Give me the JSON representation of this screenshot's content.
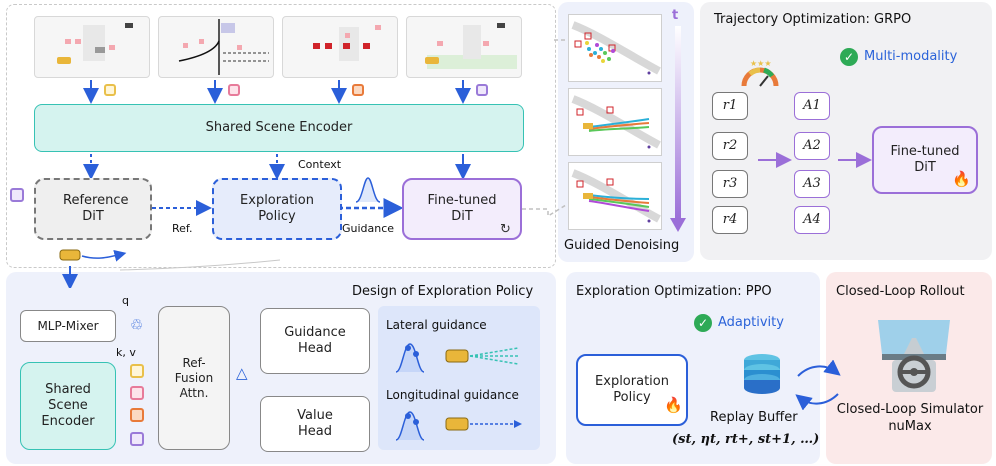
{
  "encoder": {
    "shared_scene_encoder": "Shared Scene Encoder",
    "context_label": "Context"
  },
  "dits": {
    "reference": "Reference DiT",
    "exploration_policy": "Exploration Policy",
    "fine_tuned": "Fine-tuned DiT",
    "ref_label": "Ref.",
    "guidance_label": "Guidance"
  },
  "denoising": {
    "label": "Guided Denoising",
    "time_label": "t"
  },
  "grpo": {
    "title": "Trajectory Optimization: GRPO",
    "badge": "Multi-modality",
    "rewards": [
      "r1",
      "r2",
      "r3",
      "r4"
    ],
    "advantages": [
      "A1",
      "A2",
      "A3",
      "A4"
    ],
    "fine_tuned": "Fine-tuned DiT"
  },
  "design": {
    "title": "Design of Exploration Policy",
    "mlp_mixer": "MLP-Mixer",
    "q_label": "q",
    "kv_label": "k, v",
    "shared_scene_encoder": "Shared Scene Encoder",
    "ref_fusion": "Ref-Fusion Attn.",
    "guidance_head": "Guidance Head",
    "value_head": "Value Head",
    "lateral": "Lateral guidance",
    "longitudinal": "Longitudinal guidance"
  },
  "ppo": {
    "title": "Exploration Optimization: PPO",
    "badge": "Adaptivity",
    "exploration_policy": "Exploration Policy",
    "replay_buffer": "Replay Buffer",
    "tuple": "(st, ηt, rt+, st+1, …)"
  },
  "closed_loop": {
    "title": "Closed-Loop  Rollout",
    "simulator": "Closed-Loop Simulator nuMax"
  },
  "colors": {
    "teal": "#36c2b4",
    "blue_dashed": "#2b5fd9",
    "purple": "#9b6fd8",
    "orange_sq": "#e87a3a",
    "pink_sq": "#e77b9a",
    "yellow_sq": "#e9c04a",
    "lavender_sq": "#9a7ad8",
    "green_check": "#2eaa56",
    "badge_blue": "#2b63d9"
  }
}
